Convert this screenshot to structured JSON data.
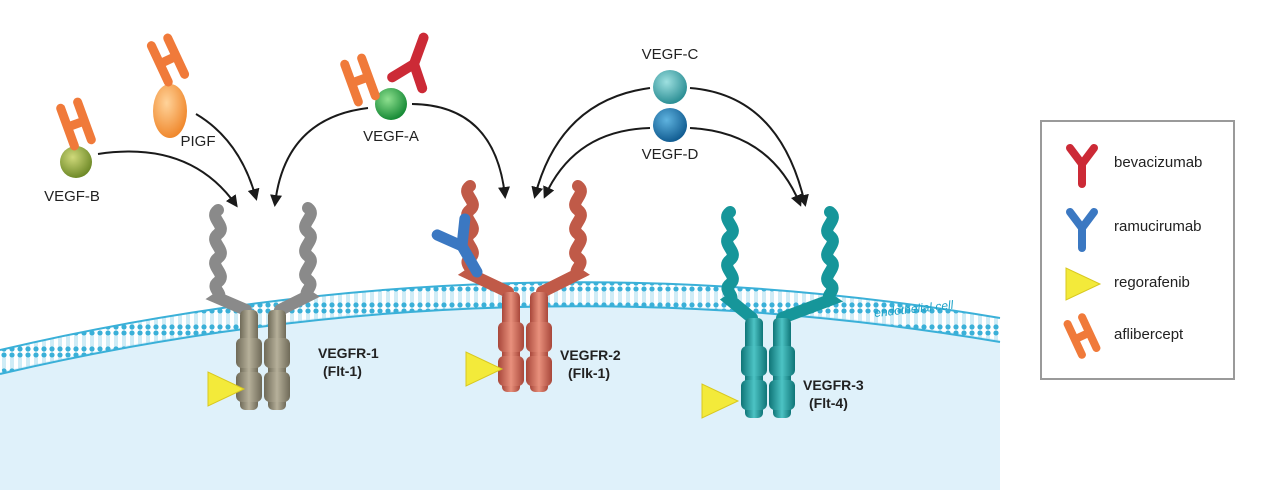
{
  "ligands": {
    "vegf_b": "VEGF-B",
    "pigf": "PIGF",
    "vegf_a": "VEGF-A",
    "vegf_c": "VEGF-C",
    "vegf_d": "VEGF-D"
  },
  "receptors": [
    {
      "name": "VEGFR-1",
      "alias": "(Flt-1)",
      "color": "#8a8470"
    },
    {
      "name": "VEGFR-2",
      "alias": "(Flk-1)",
      "color": "#c8604e"
    },
    {
      "name": "VEGFR-3",
      "alias": "(Flt-4)",
      "color": "#1a9a9c"
    }
  ],
  "membrane_label": "endothelial cell",
  "legend": {
    "items": [
      {
        "label": "bevacizumab",
        "icon": "y-antibody-icon",
        "color": "#cc2a36"
      },
      {
        "label": "ramucirumab",
        "icon": "y-antibody-icon",
        "color": "#3b78c2"
      },
      {
        "label": "regorafenib",
        "icon": "triangle-icon",
        "color": "#f3ea3a"
      },
      {
        "label": "aflibercept",
        "icon": "h-trap-icon",
        "color": "#f07a3a"
      }
    ]
  },
  "colors": {
    "membrane": "#3ab0d8",
    "cytoplasm": "#dff1fa",
    "aflibercept": "#f07a3a",
    "bevacizumab": "#cc2a36",
    "ramucirumab": "#3b78c2",
    "regorafenib": "#f3ea3a",
    "vegf_a": "#2fa84a",
    "vegf_b": "#8ea33a",
    "pigf": "#f5a14a",
    "vegf_c": "#3aa3a8",
    "vegf_d": "#1d6fa3"
  }
}
